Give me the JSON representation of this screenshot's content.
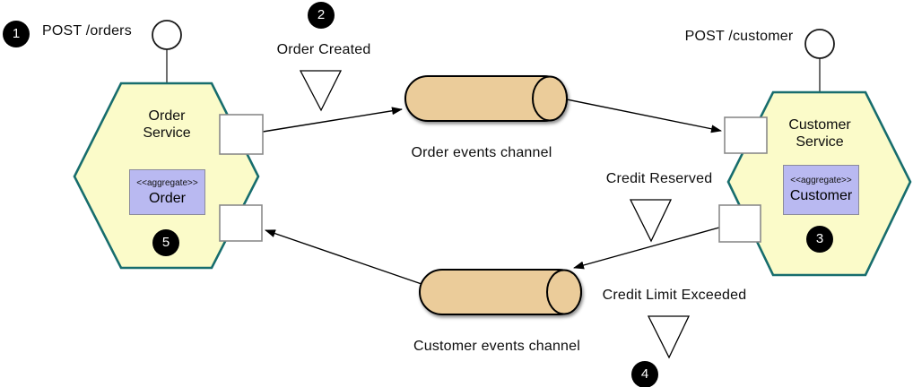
{
  "badges": {
    "step1": "1",
    "step2": "2",
    "step3": "3",
    "step4": "4",
    "step5": "5"
  },
  "labels": {
    "post_orders": "POST /orders",
    "order_created": "Order Created",
    "post_customer": "POST /customer",
    "credit_reserved": "Credit Reserved",
    "credit_limit_exceeded": "Credit Limit Exceeded"
  },
  "services": {
    "order": {
      "name": "Order Service",
      "aggregate_stereotype": "<<aggregate>>",
      "aggregate_name": "Order"
    },
    "customer": {
      "name": "Customer Service",
      "aggregate_stereotype": "<<aggregate>>",
      "aggregate_name": "Customer"
    }
  },
  "channels": {
    "order_events": {
      "label": "Order events channel"
    },
    "customer_events": {
      "label": "Customer events channel"
    }
  },
  "colors": {
    "hexagon_fill": "#fbfbc9",
    "hexagon_border": "#176d6d",
    "aggregate_fill": "#b9b9f1",
    "aggregate_border": "#8b8b9b",
    "channel_fill": "#ebcc9a",
    "badge_bg": "#000000",
    "badge_text": "#ffffff",
    "port_border": "#8a8a8a"
  }
}
